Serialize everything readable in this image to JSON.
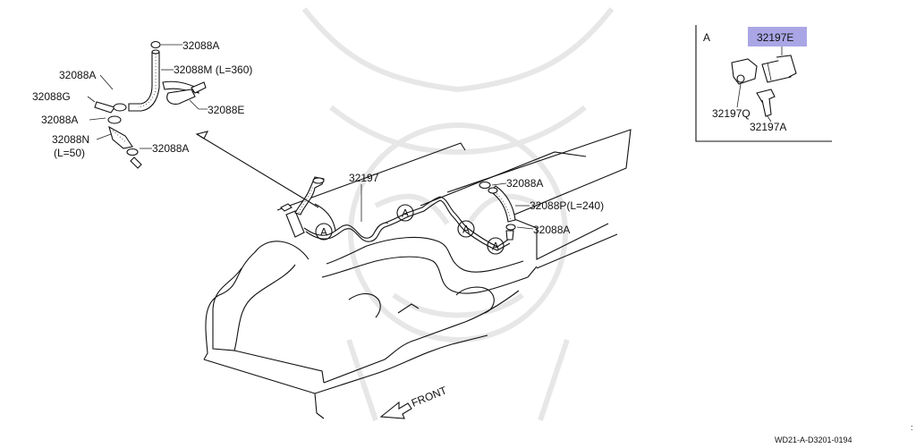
{
  "diagram": {
    "colors": {
      "line": "#111111",
      "highlight": "#aaa6e6",
      "watermark": "#eeeeee"
    },
    "labels": {
      "clip_top": "32088A",
      "hose_m": "32088M (L=360)",
      "clamp_left_top": "32088A",
      "fitting_g": "32088G",
      "bracket_e": "32088E",
      "clamp_left_mid": "32088A",
      "hose_n": "32088N",
      "hose_n_len": "(L=50)",
      "clamp_left_bot": "32088A",
      "pipe_main": "32197",
      "clamp_right_top": "32088A",
      "hose_p": "32088P(L=240)",
      "clamp_right_bot": "32088A",
      "front": "FRONT",
      "ref_a": "A",
      "ref_code": "WD21-A-D3201-0194"
    },
    "callouts": [
      "A",
      "A",
      "A",
      "A"
    ],
    "inset": {
      "title": "A",
      "part_highlight": "32197E",
      "bracket": "32197Q",
      "bolt": "32197A"
    }
  }
}
